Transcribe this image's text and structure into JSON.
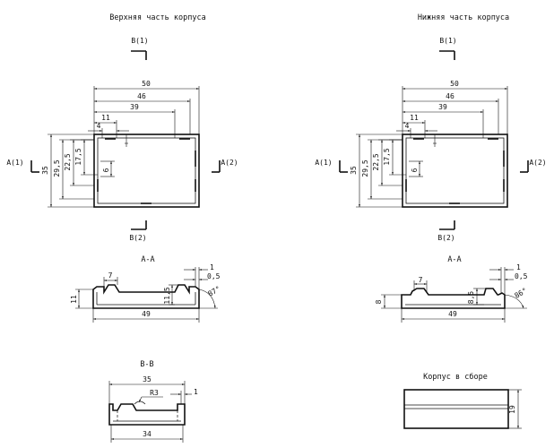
{
  "titles": {
    "top_part": "Верхняя часть корпуса",
    "bottom_part": "Нижняя часть корпуса",
    "section_aa_left": "A-A",
    "section_aa_right": "A-A",
    "section_bb": "B-B",
    "assembly": "Корпус в сборе"
  },
  "markers": {
    "b1": "B(1)",
    "b2": "B(2)",
    "a1": "A(1)",
    "a2": "A(2)"
  },
  "top_view_dims": {
    "w50": "50",
    "w46": "46",
    "w39": "39",
    "w11": "11",
    "w4": "4",
    "h35": "35",
    "h29_5": "29,5",
    "h22_5": "22,5",
    "h17_5": "17,5",
    "h6": "6"
  },
  "section_aa_left_dims": {
    "d7": "7",
    "d1": "1",
    "d0_5": "0,5",
    "d11": "11",
    "d11_5": "11,5",
    "d87": "87°",
    "d49": "49"
  },
  "section_aa_right_dims": {
    "d7": "7",
    "d1": "1",
    "d0_5": "0,5",
    "d8": "8",
    "d8_5": "8,5",
    "d86": "86°",
    "d49": "49"
  },
  "section_bb_dims": {
    "d35": "35",
    "r3": "R3",
    "d1": "1",
    "d34": "34"
  },
  "assembly_dims": {
    "d19": "19"
  }
}
